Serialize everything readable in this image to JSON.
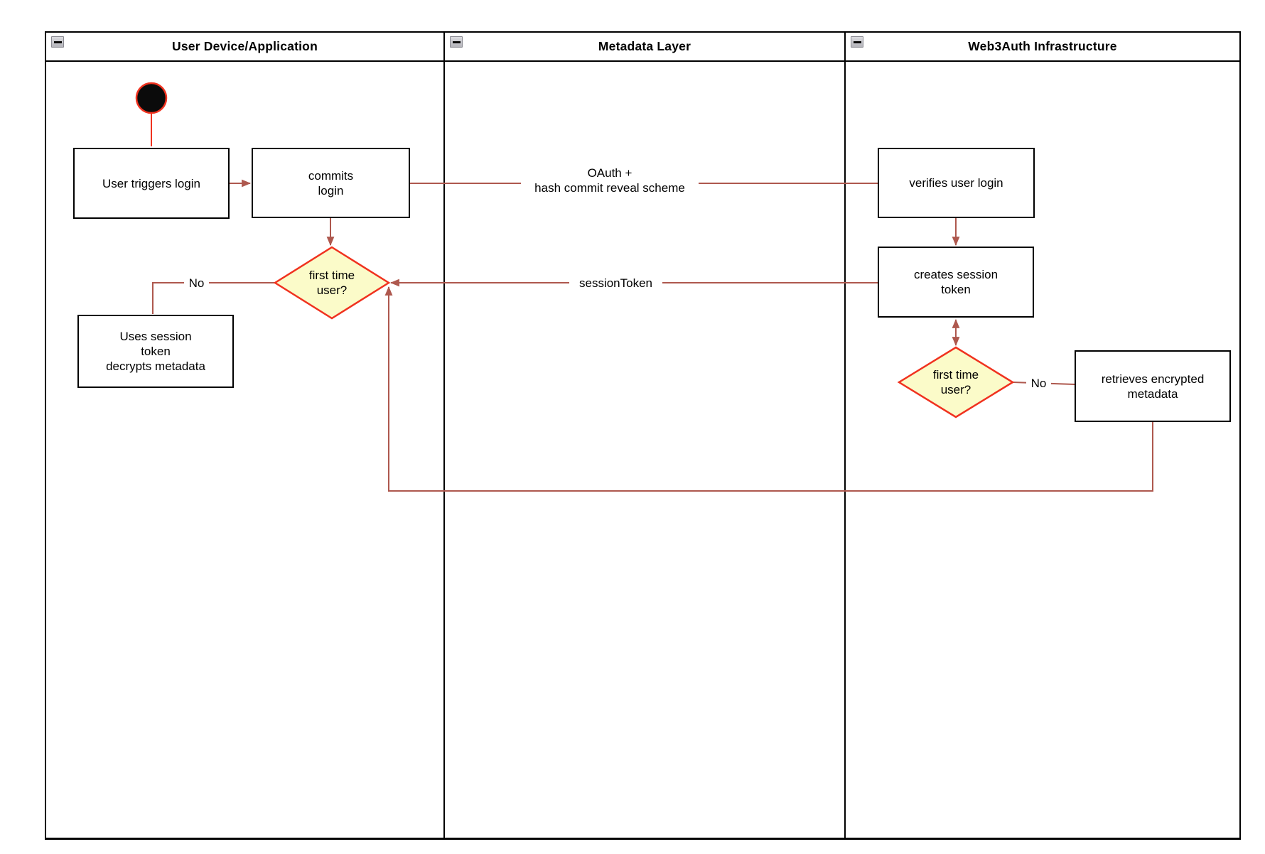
{
  "lanes": [
    {
      "title": "User Device/Application"
    },
    {
      "title": "Metadata Layer"
    },
    {
      "title": "Web3Auth Infrastructure"
    }
  ],
  "nodes": {
    "user_triggers": "User triggers login",
    "commits": "commits\nlogin",
    "first_time_user_1": "first time\nuser?",
    "uses_session": "Uses session\ntoken\ndecrypts metadata",
    "verifies": "verifies user login",
    "creates": "creates session\ntoken",
    "first_time_user_2": "first time\nuser?",
    "retrieves": "retrieves encrypted\nmetadata"
  },
  "edge_labels": {
    "oauth": "OAuth +\nhash commit reveal scheme",
    "session_token": "sessionToken",
    "no_left": "No",
    "no_right": "No"
  },
  "colors": {
    "connector_red": "#AE584E",
    "shape_stroke_red": "#F0321F",
    "diamond_fill": "#FBFBC9",
    "node_border": "#000000",
    "start_node_fill": "#0B0B0B",
    "canvas_bg": "#FFFFFF"
  }
}
